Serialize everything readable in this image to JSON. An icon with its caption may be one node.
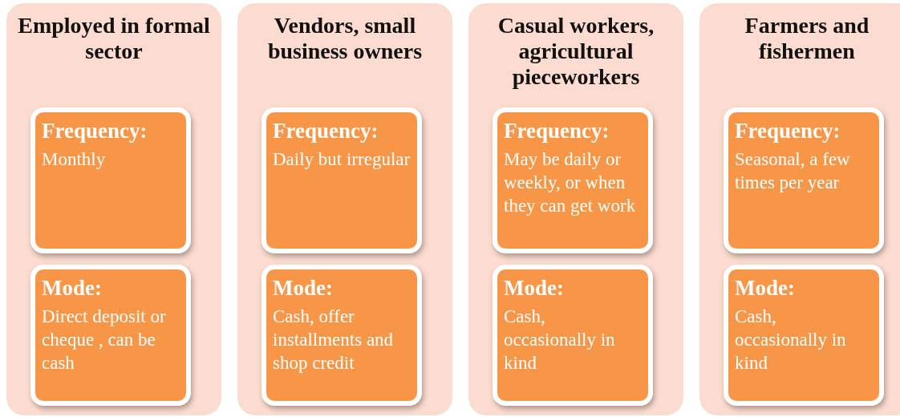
{
  "diagram": {
    "nodes": [
      {
        "text": [
          "Employed in formal sector"
        ]
      },
      {
        "text": [
          "Frequency:",
          "Monthly"
        ],
        "in": 0
      },
      {
        "text": [
          "Mode:",
          "Direct deposit or cheque , can be cash"
        ],
        "in": 0
      },
      {
        "text": [
          "Vendors, small business owners"
        ]
      },
      {
        "text": [
          "Frequency:",
          "Daily but irregular"
        ],
        "in": 3
      },
      {
        "text": [
          "Mode:",
          "Cash, offer installments and shop credit"
        ],
        "in": 3
      },
      {
        "text": [
          "Casual workers, agricultural pieceworkers"
        ]
      },
      {
        "text": [
          "Frequency:",
          "May be daily or weekly, or when  they can get work"
        ],
        "in": 6
      },
      {
        "text": [
          "Mode:",
          "Cash, occasionally in kind"
        ],
        "in": 6
      },
      {
        "text": [
          "Farmers and fishermen"
        ]
      },
      {
        "text": [
          "Frequency:",
          "Seasonal, a few times per year"
        ],
        "in": 9
      },
      {
        "text": [
          "Mode:",
          "Cash, occasionally in kind"
        ],
        "in": 9
      }
    ]
  }
}
